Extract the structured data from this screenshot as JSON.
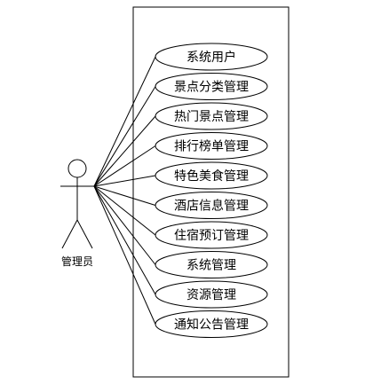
{
  "actor": {
    "label": "管理员"
  },
  "use_cases": [
    {
      "label": "系统用户"
    },
    {
      "label": "景点分类管理"
    },
    {
      "label": "热门景点管理"
    },
    {
      "label": "排行榜单管理"
    },
    {
      "label": "特色美食管理"
    },
    {
      "label": "酒店信息管理"
    },
    {
      "label": "住宿预订管理"
    },
    {
      "label": "系统管理"
    },
    {
      "label": "资源管理"
    },
    {
      "label": "通知公告管理"
    }
  ],
  "colors": {
    "stroke": "#000000",
    "background": "#ffffff"
  }
}
